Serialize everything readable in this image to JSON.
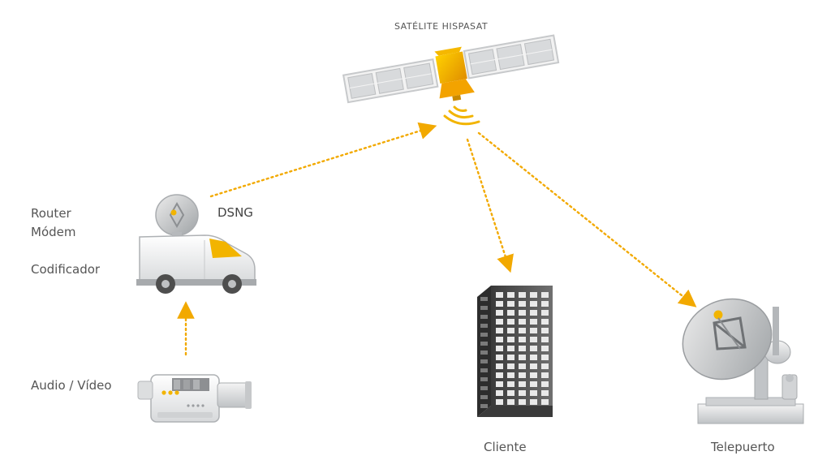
{
  "labels": {
    "satellite": "SATÉLITE HISPASAT",
    "dsng": "DSNG",
    "router": "Router",
    "modem": "Módem",
    "encoder": "Codificador",
    "audio_video": "Audio / Vídeo",
    "client": "Cliente",
    "teleport": "Telepuerto"
  },
  "icons": {
    "satellite": "satellite-icon",
    "signal": "signal-waves-icon",
    "van": "dsng-van-icon",
    "camera": "video-camera-icon",
    "building": "office-building-icon",
    "dish": "teleport-dish-icon"
  },
  "colors": {
    "accent": "#F2A900",
    "text": "#555555",
    "grey": "#B9BCBF"
  }
}
